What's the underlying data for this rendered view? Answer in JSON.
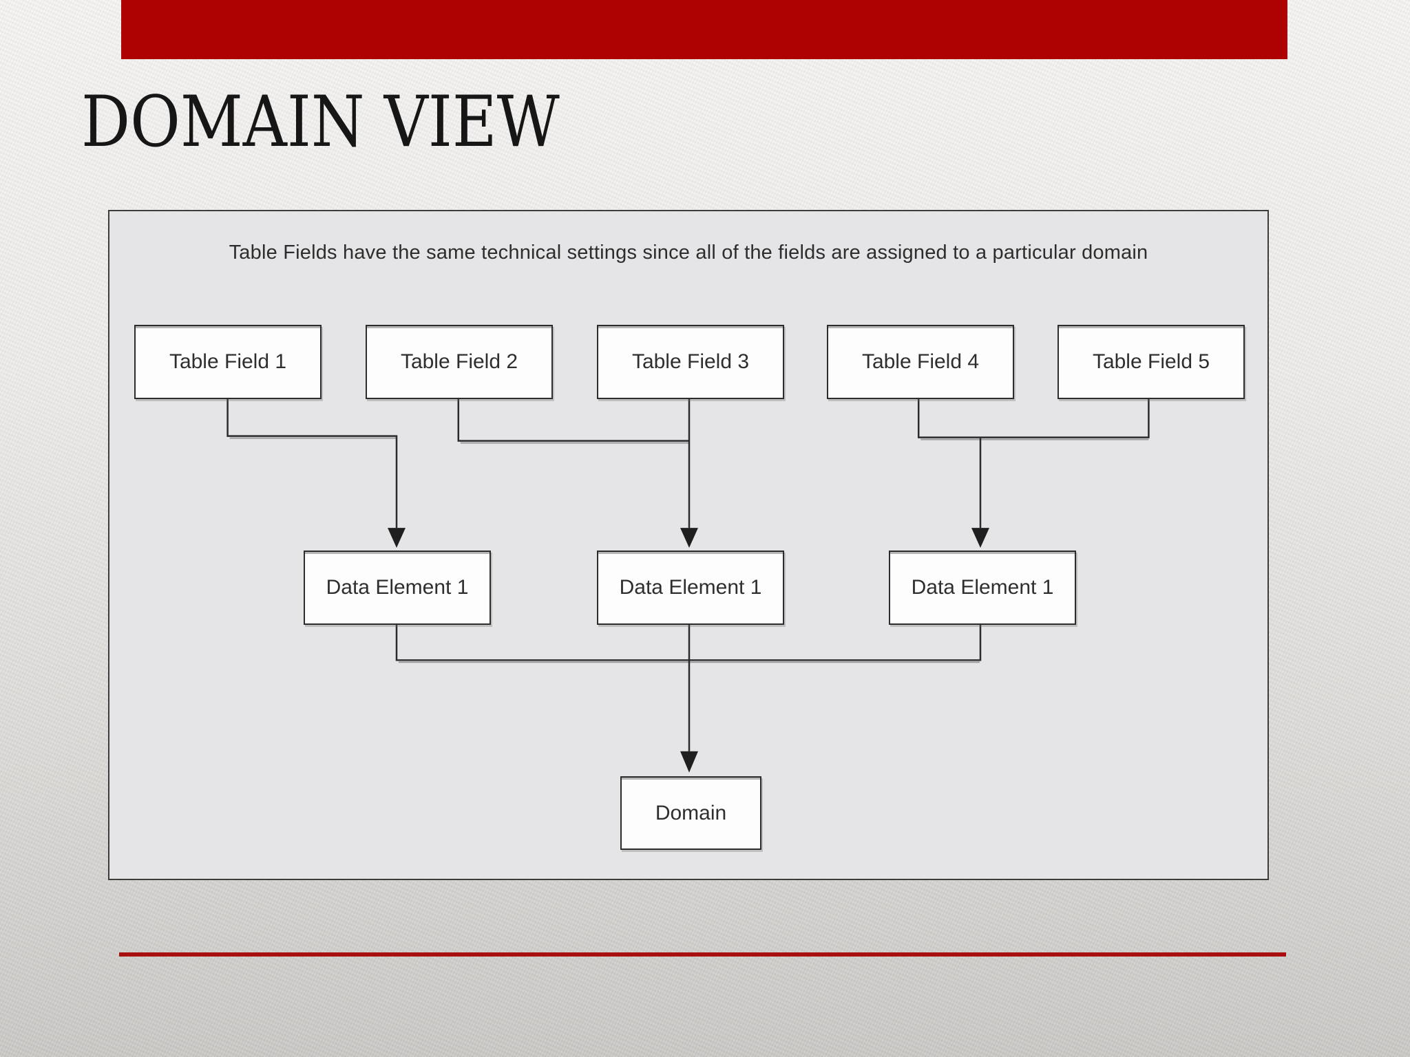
{
  "slide": {
    "title": "DOMAIN VIEW"
  },
  "theme": {
    "banner_color": "#ae0202",
    "rule_color": "#a90f0f",
    "panel_bg": "#e5e4e6",
    "line_color": "#2b2b2b",
    "box_border_color": "#2c2c2c",
    "box_fill": "#fdfdfd"
  },
  "diagram": {
    "caption": "Table Fields have the same technical settings since all of the fields are assigned to a particular domain",
    "table_fields": [
      "Table Field 1",
      "Table Field 2",
      "Table Field 3",
      "Table Field 4",
      "Table Field 5"
    ],
    "data_elements": [
      "Data Element 1",
      "Data Element 1",
      "Data Element 1"
    ],
    "domain_label": "Domain",
    "connections": [
      {
        "from": "Table Field 1",
        "to": "Data Element 1 (left)"
      },
      {
        "from": "Table Field 2",
        "to": "Data Element 1 (center)"
      },
      {
        "from": "Table Field 3",
        "to": "Data Element 1 (center)"
      },
      {
        "from": "Table Field 4",
        "to": "Data Element 1 (right)"
      },
      {
        "from": "Table Field 5",
        "to": "Data Element 1 (right)"
      },
      {
        "from": "Data Element 1 (left)",
        "to": "Domain"
      },
      {
        "from": "Data Element 1 (center)",
        "to": "Domain"
      },
      {
        "from": "Data Element 1 (right)",
        "to": "Domain"
      }
    ]
  }
}
